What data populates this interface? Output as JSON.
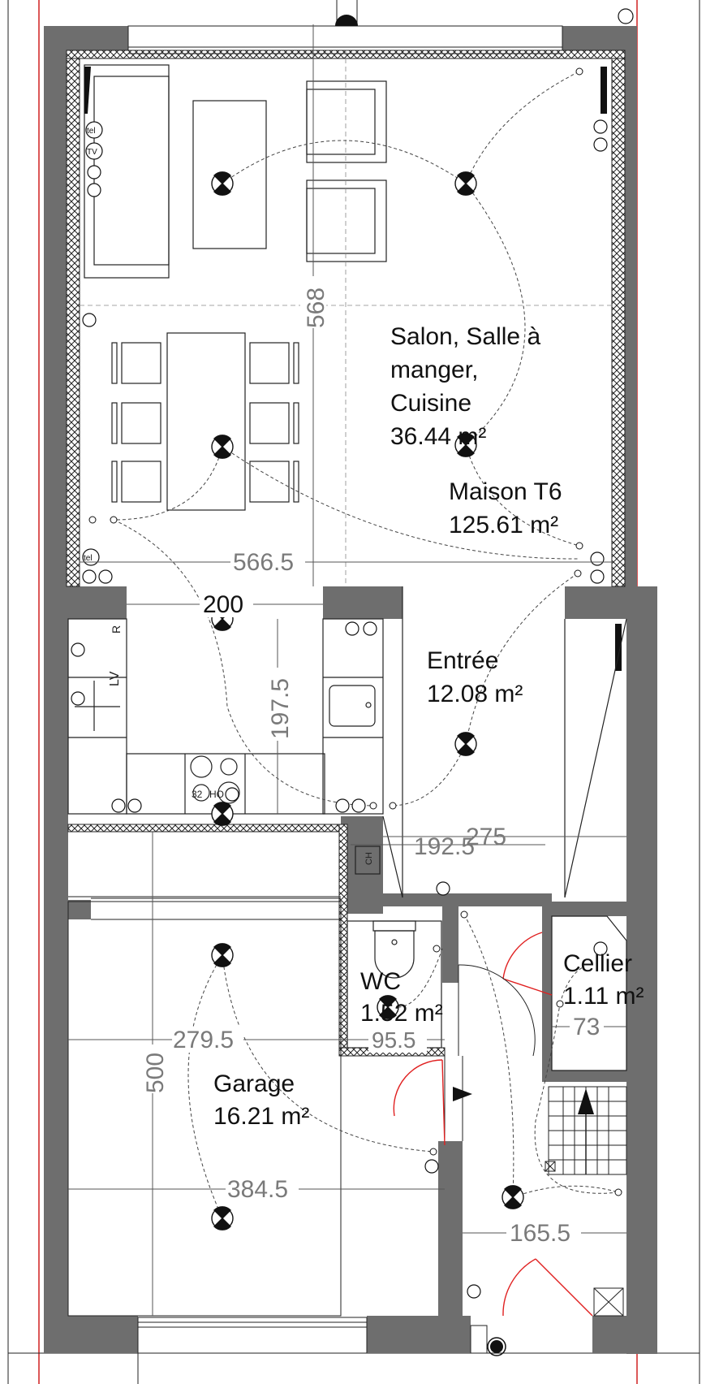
{
  "colors": {
    "wall": "#6e6e6e",
    "line": "#1a1a1a",
    "dim": "#7a7a7a",
    "door_swing": "#e02020",
    "property_line": "#d02020"
  },
  "rooms": {
    "salon": {
      "line1": "Salon, Salle à",
      "line2": "manger,",
      "line3": "Cuisine",
      "area": "36.44 m²"
    },
    "maison": {
      "name": "Maison T6",
      "area": "125.61 m²"
    },
    "entree": {
      "name": "Entrée",
      "area": "12.08 m²"
    },
    "wc": {
      "name": "WC",
      "area": "1.52 m²"
    },
    "cellier": {
      "name": "Cellier",
      "area": "1.11 m²"
    },
    "garage": {
      "name": "Garage",
      "area": "16.21 m²"
    }
  },
  "dimensions": {
    "salon_height": "568",
    "salon_width": "566.5",
    "kitchen_width": "200",
    "kitchen_height": "197.5",
    "corridor_a": "192.5",
    "corridor_b": "275",
    "garage_width_top": "279.5",
    "wc_width": "95.5",
    "garage_height": "500",
    "garage_width_bottom": "384.5",
    "cellier_width": "73",
    "stair_width": "165.5"
  },
  "symbols": {
    "tel": "tel",
    "tv": "TV",
    "lv": "LV",
    "r": "R",
    "ch": "CH",
    "hotplate": "32",
    "hotplate_b": "HO"
  }
}
